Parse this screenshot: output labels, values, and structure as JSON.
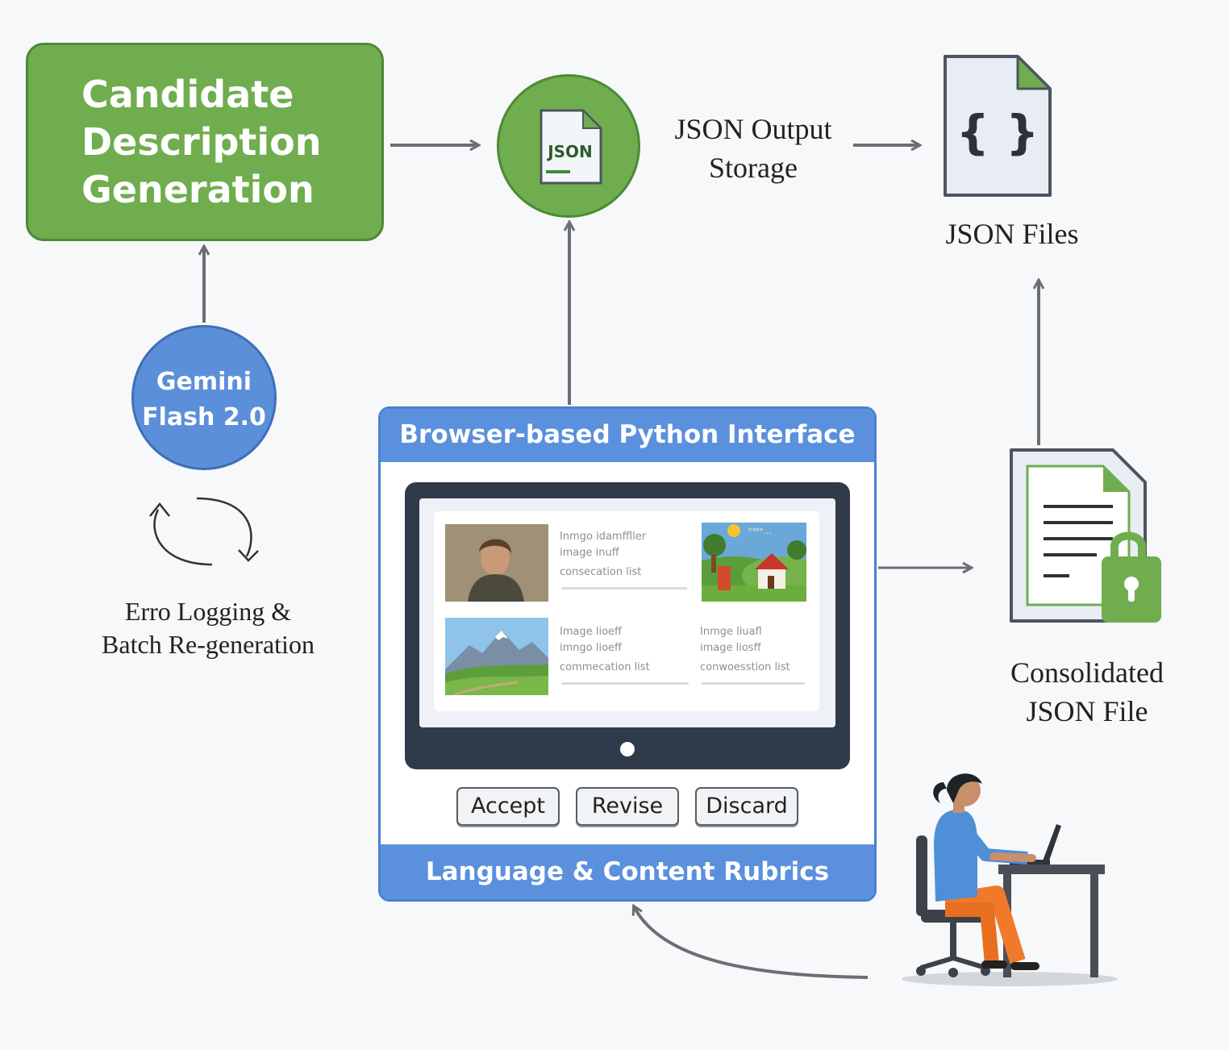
{
  "generation": {
    "title_lines": [
      "Candidate",
      "Description",
      "Generation"
    ]
  },
  "model": {
    "lines": [
      "Gemini",
      "Flash 2.0"
    ]
  },
  "error_logging": {
    "lines": [
      "Erro Logging &",
      "Batch Re-generation"
    ]
  },
  "json_node": {
    "icon_text": "JSON",
    "label_lines": [
      "JSON Output",
      "Storage"
    ]
  },
  "json_files": {
    "icon_text": "{ }",
    "label": "JSON Files"
  },
  "interface": {
    "title": "Browser-based Python Interface",
    "footer": "Language & Content Rubrics",
    "buttons": [
      "Accept",
      "Revise",
      "Discard"
    ],
    "cards": [
      {
        "lines": [
          "Inmgo idamffller",
          "image inuff",
          "consecation list"
        ]
      },
      {
        "lines": []
      },
      {
        "lines": [
          "Image lioeff",
          "imngo lioeff",
          "commecation list"
        ]
      },
      {
        "lines": [
          "Inmge liuafl",
          "image liosff",
          "conwoesstion list"
        ]
      }
    ],
    "logo_text": "ᵇᵃᵇᵉ..."
  },
  "consolidated": {
    "label_lines": [
      "Consolidated",
      "JSON File"
    ]
  },
  "colors": {
    "green": "#6fad4e",
    "green_dark": "#4c8a34",
    "blue": "#5b90dc",
    "blue_dark": "#4b7fcf",
    "arrow": "#6b6e72"
  }
}
